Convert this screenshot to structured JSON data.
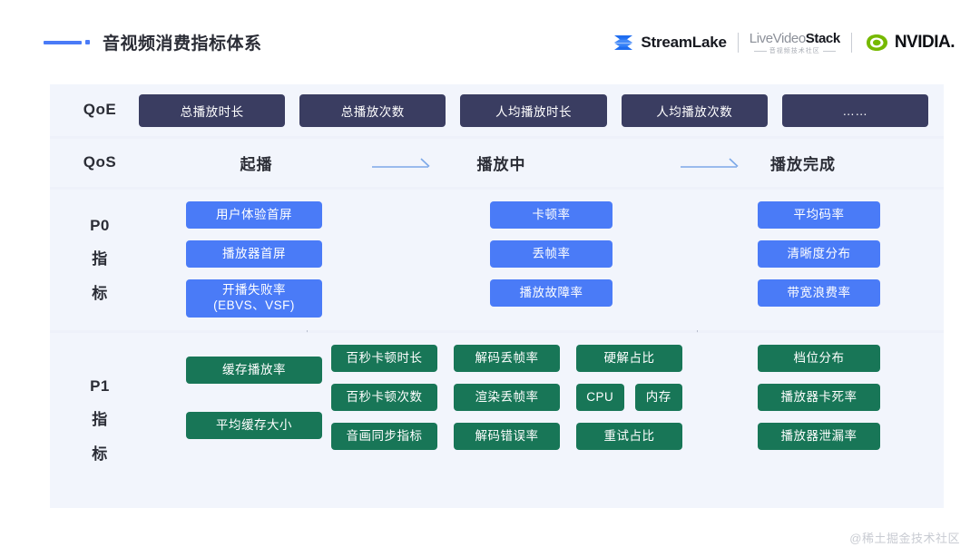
{
  "header": {
    "title": "音视频消费指标体系",
    "accent_color": "#4a7bf7",
    "logos": {
      "streamlake": "StreamLake",
      "livevideostack_main": "iveVideo",
      "livevideostack_bold": "Stack",
      "livevideostack_sub": "音视频技术社区",
      "nvidia": "NVIDIA."
    }
  },
  "panel": {
    "qoe": {
      "label": "QoE",
      "box_color": "#3a3d61",
      "items": [
        "总播放时长",
        "总播放次数",
        "人均播放时长",
        "人均播放次数",
        "……"
      ]
    },
    "qos": {
      "label": "QoS",
      "stages": [
        "起播",
        "播放中",
        "播放完成"
      ],
      "arrow_color": "#7ca8e8"
    },
    "p0": {
      "label_lines": [
        "P0",
        "指",
        "标"
      ],
      "box_color": "#4a7bf7",
      "columns": [
        {
          "name": "起播",
          "items": [
            "用户体验首屏",
            "播放器首屏",
            "开播失败率\n(EBVS、VSF)"
          ]
        },
        {
          "name": "播放中",
          "items": [
            "卡顿率",
            "丢帧率",
            "播放故障率"
          ]
        },
        {
          "name": "播放完成",
          "items": [
            "平均码率",
            "清晰度分布",
            "带宽浪费率"
          ]
        }
      ]
    },
    "p1": {
      "label_lines": [
        "P1",
        "指",
        "标"
      ],
      "box_color": "#187657",
      "col1": [
        "缓存播放率",
        "平均缓存大小"
      ],
      "col2": [
        "百秒卡顿时长",
        "百秒卡顿次数",
        "音画同步指标"
      ],
      "col3": [
        "解码丢帧率",
        "渲染丢帧率",
        "解码错误率"
      ],
      "col4_row1": "硬解占比",
      "col4_pair": [
        "CPU",
        "内存"
      ],
      "col4_row3": "重试占比",
      "col5": [
        "档位分布",
        "播放器卡死率",
        "播放器泄漏率"
      ]
    }
  },
  "watermark": "@稀土掘金技术社区"
}
